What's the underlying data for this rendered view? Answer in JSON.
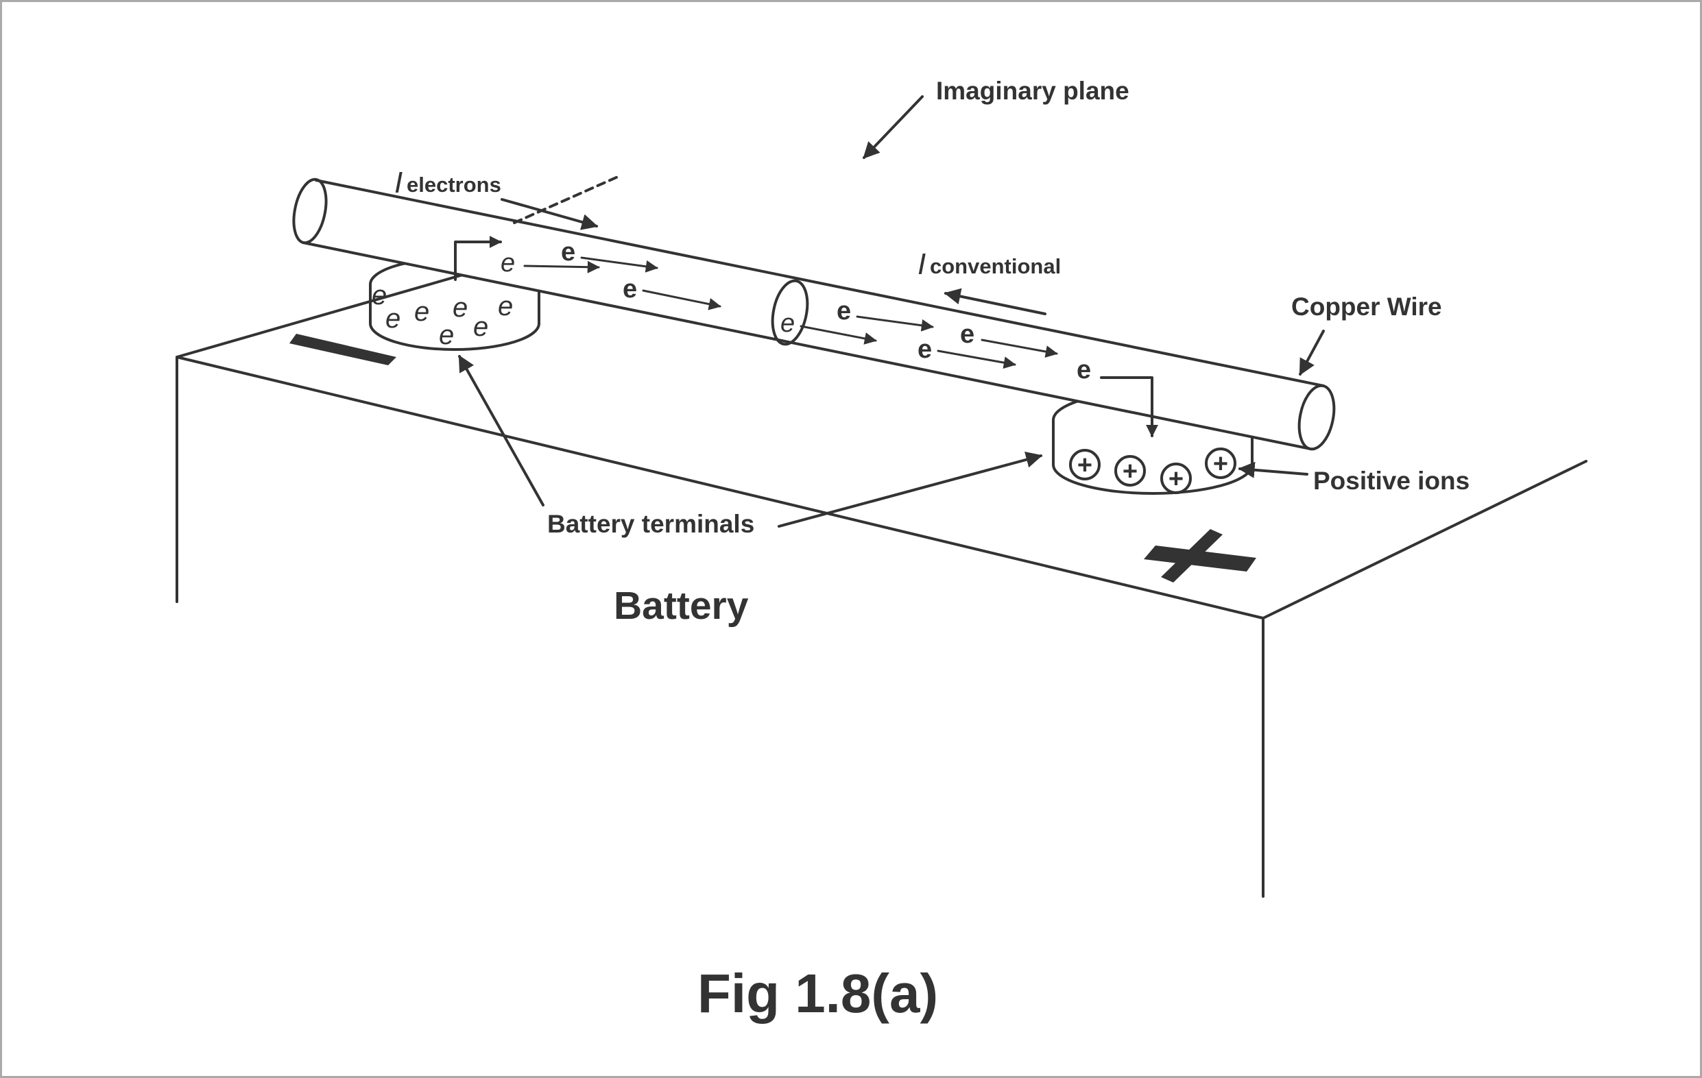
{
  "labels": {
    "imaginary_plane": "Imaginary plane",
    "i_electrons_symbol": "I",
    "i_electrons_sub": "electrons",
    "i_conventional_symbol": "I",
    "i_conventional_sub": "conventional",
    "copper_wire": "Copper Wire",
    "positive_ions": "Positive ions",
    "battery_terminals": "Battery terminals",
    "battery": "Battery",
    "figure_caption": "Fig 1.8(a)"
  },
  "electron_symbol": "e",
  "positive_ion_symbol": "+",
  "negative_terminal_symbol": "−",
  "positive_terminal_symbol": "+",
  "colors": {
    "stroke": "#333333",
    "background": "#ffffff",
    "frame": "#aaaaaa"
  }
}
